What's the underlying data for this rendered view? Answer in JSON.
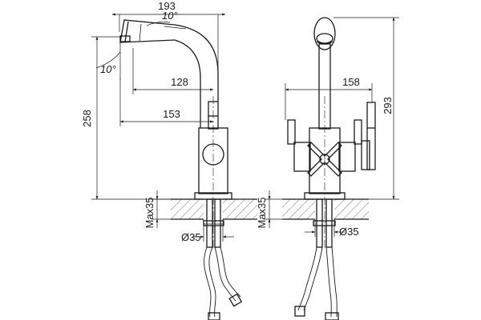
{
  "side_view": {
    "dim_total_width": "193",
    "dim_spout_angle_top": "10°",
    "dim_spout_angle_side": "10°",
    "dim_outlet_reach": "128",
    "dim_spout_reach": "153",
    "dim_height": "258",
    "dim_max_thickness": "Max35",
    "dim_hole_diameter": "Ø35"
  },
  "front_view": {
    "dim_handle_span": "158",
    "dim_height": "293",
    "dim_max_thickness": "Max35",
    "dim_hole_diameter": "Ø35"
  }
}
